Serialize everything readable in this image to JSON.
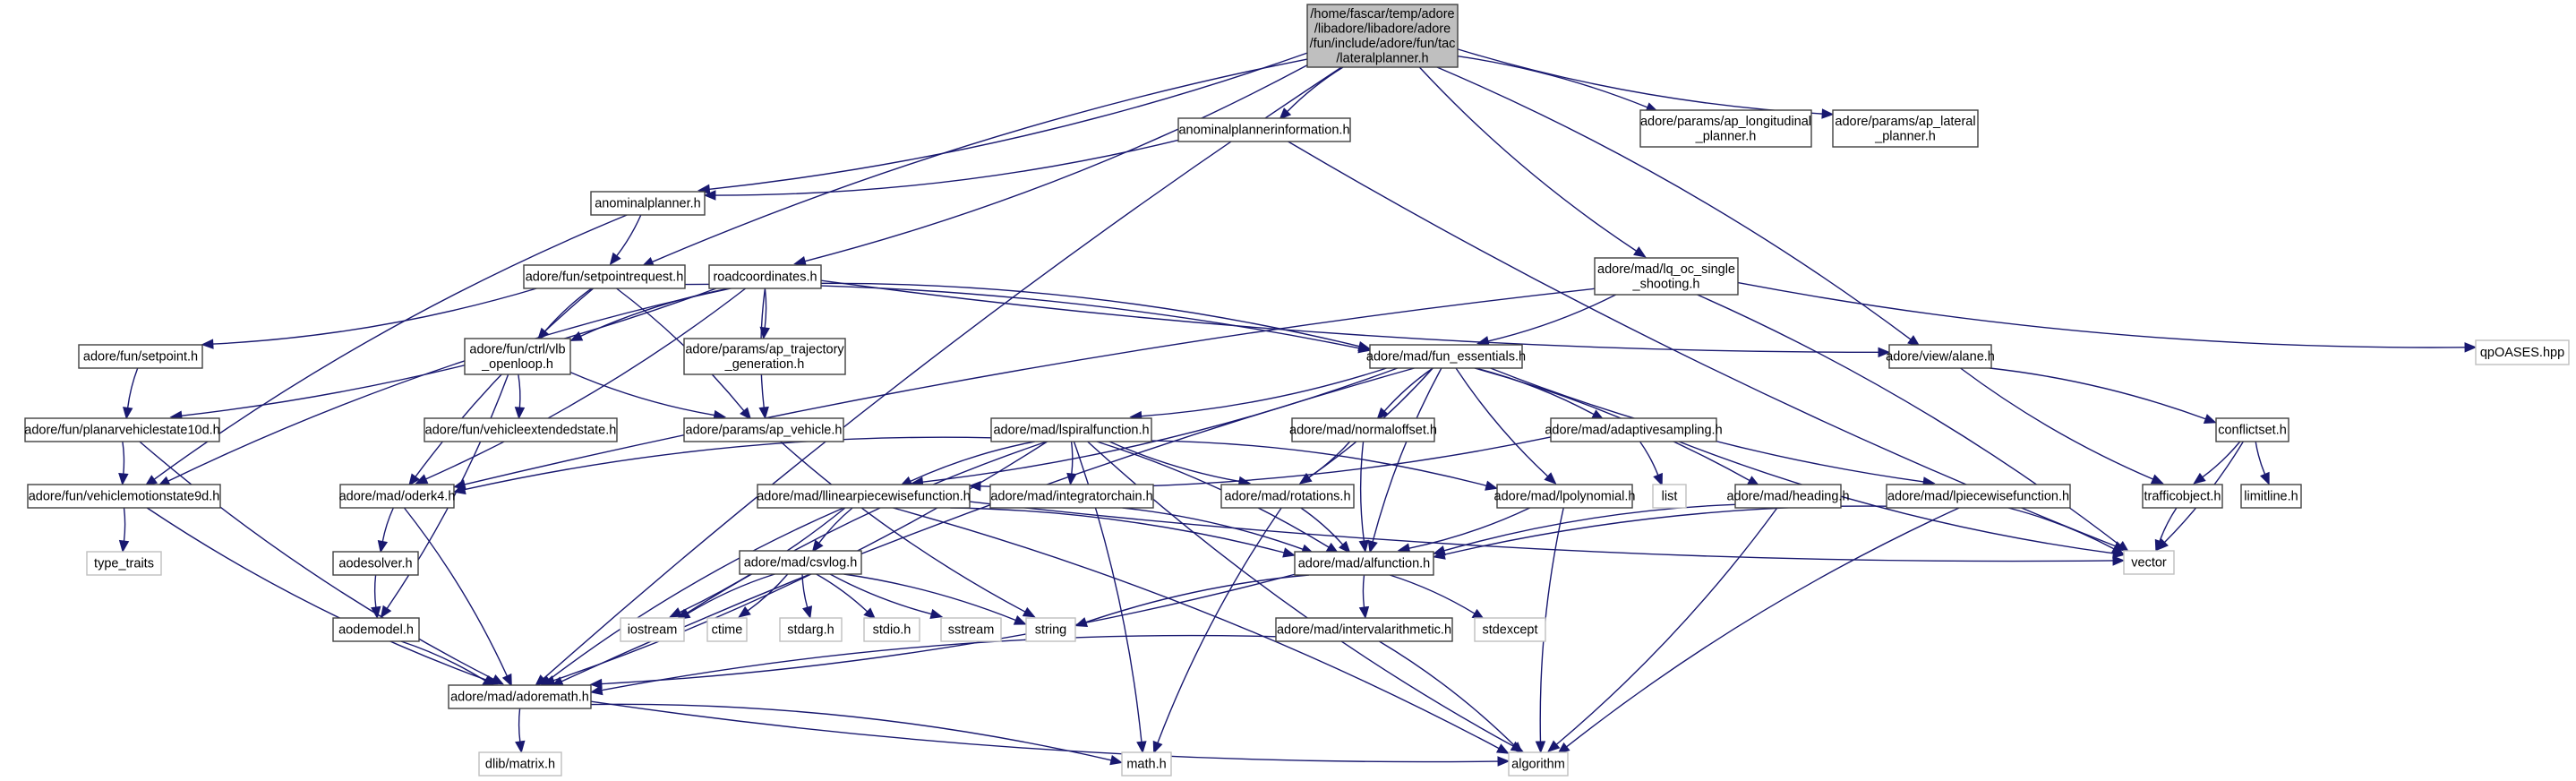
{
  "title": "Include dependency graph for lateralplanner.h",
  "colors": {
    "edge": "#191970",
    "root_fill": "#bfbfbf",
    "project_border": "#404040",
    "external_border": "#bfbfbf"
  },
  "nodes": [
    {
      "id": "root",
      "kind": "root",
      "lines": [
        "/home/fascar/temp/adore",
        "/libadore/libadore/adore",
        "/fun/include/adore/fun/tac",
        "/lateralplanner.h"
      ]
    },
    {
      "id": "anominalplannerinformation",
      "kind": "project",
      "lines": [
        "anominalplannerinformation.h"
      ]
    },
    {
      "id": "ap_longitudinal",
      "kind": "project",
      "lines": [
        "adore/params/ap_longitudinal",
        "_planner.h"
      ]
    },
    {
      "id": "ap_lateral",
      "kind": "project",
      "lines": [
        "adore/params/ap_lateral",
        "_planner.h"
      ]
    },
    {
      "id": "anominalplanner",
      "kind": "project",
      "lines": [
        "anominalplanner.h"
      ]
    },
    {
      "id": "setpointrequest",
      "kind": "project",
      "lines": [
        "adore/fun/setpointrequest.h"
      ]
    },
    {
      "id": "roadcoordinates",
      "kind": "project",
      "lines": [
        "roadcoordinates.h"
      ]
    },
    {
      "id": "lq_oc",
      "kind": "project",
      "lines": [
        "adore/mad/lq_oc_single",
        "_shooting.h"
      ]
    },
    {
      "id": "qpoases",
      "kind": "external",
      "lines": [
        "qpOASES.hpp"
      ]
    },
    {
      "id": "setpoint",
      "kind": "project",
      "lines": [
        "adore/fun/setpoint.h"
      ]
    },
    {
      "id": "vlb_openloop",
      "kind": "project",
      "lines": [
        "adore/fun/ctrl/vlb",
        "_openloop.h"
      ]
    },
    {
      "id": "ap_trajectory",
      "kind": "project",
      "lines": [
        "adore/params/ap_trajectory",
        "_generation.h"
      ]
    },
    {
      "id": "fun_essentials",
      "kind": "project",
      "lines": [
        "adore/mad/fun_essentials.h"
      ]
    },
    {
      "id": "alane",
      "kind": "project",
      "lines": [
        "adore/view/alane.h"
      ]
    },
    {
      "id": "planarvehiclestate10d",
      "kind": "project",
      "lines": [
        "adore/fun/planarvehiclestate10d.h"
      ]
    },
    {
      "id": "vehicleextendedstate",
      "kind": "project",
      "lines": [
        "adore/fun/vehicleextendedstate.h"
      ]
    },
    {
      "id": "ap_vehicle",
      "kind": "project",
      "lines": [
        "adore/params/ap_vehicle.h"
      ]
    },
    {
      "id": "lspiralfunction",
      "kind": "project",
      "lines": [
        "adore/mad/lspiralfunction.h"
      ]
    },
    {
      "id": "normaloffset",
      "kind": "project",
      "lines": [
        "adore/mad/normaloffset.h"
      ]
    },
    {
      "id": "adaptivesampling",
      "kind": "project",
      "lines": [
        "adore/mad/adaptivesampling.h"
      ]
    },
    {
      "id": "conflictset",
      "kind": "project",
      "lines": [
        "conflictset.h"
      ]
    },
    {
      "id": "vehiclemotionstate9d",
      "kind": "project",
      "lines": [
        "adore/fun/vehiclemotionstate9d.h"
      ]
    },
    {
      "id": "oderk4",
      "kind": "project",
      "lines": [
        "adore/mad/oderk4.h"
      ]
    },
    {
      "id": "llinearpiecewisefunction",
      "kind": "project",
      "lines": [
        "adore/mad/llinearpiecewisefunction.h"
      ]
    },
    {
      "id": "integratorchain",
      "kind": "project",
      "lines": [
        "adore/mad/integratorchain.h"
      ]
    },
    {
      "id": "rotations",
      "kind": "project",
      "lines": [
        "adore/mad/rotations.h"
      ]
    },
    {
      "id": "lpolynomial",
      "kind": "project",
      "lines": [
        "adore/mad/lpolynomial.h"
      ]
    },
    {
      "id": "list",
      "kind": "external",
      "lines": [
        "list"
      ]
    },
    {
      "id": "heading",
      "kind": "project",
      "lines": [
        "adore/mad/heading.h"
      ]
    },
    {
      "id": "lpiecewisefunction",
      "kind": "project",
      "lines": [
        "adore/mad/lpiecewisefunction.h"
      ]
    },
    {
      "id": "trafficobject",
      "kind": "project",
      "lines": [
        "trafficobject.h"
      ]
    },
    {
      "id": "limitline",
      "kind": "project",
      "lines": [
        "limitline.h"
      ]
    },
    {
      "id": "type_traits",
      "kind": "external",
      "lines": [
        "type_traits"
      ]
    },
    {
      "id": "aodesolver",
      "kind": "project",
      "lines": [
        "aodesolver.h"
      ]
    },
    {
      "id": "csvlog",
      "kind": "project",
      "lines": [
        "adore/mad/csvlog.h"
      ]
    },
    {
      "id": "alfunction",
      "kind": "project",
      "lines": [
        "adore/mad/alfunction.h"
      ]
    },
    {
      "id": "vector",
      "kind": "external",
      "lines": [
        "vector"
      ]
    },
    {
      "id": "aodemodel",
      "kind": "project",
      "lines": [
        "aodemodel.h"
      ]
    },
    {
      "id": "iostream",
      "kind": "external",
      "lines": [
        "iostream"
      ]
    },
    {
      "id": "ctime",
      "kind": "external",
      "lines": [
        "ctime"
      ]
    },
    {
      "id": "stdarg",
      "kind": "external",
      "lines": [
        "stdarg.h"
      ]
    },
    {
      "id": "stdio",
      "kind": "external",
      "lines": [
        "stdio.h"
      ]
    },
    {
      "id": "sstream",
      "kind": "external",
      "lines": [
        "sstream"
      ]
    },
    {
      "id": "string",
      "kind": "external",
      "lines": [
        "string"
      ]
    },
    {
      "id": "intervalarithmetic",
      "kind": "project",
      "lines": [
        "adore/mad/intervalarithmetic.h"
      ]
    },
    {
      "id": "stdexcept",
      "kind": "external",
      "lines": [
        "stdexcept"
      ]
    },
    {
      "id": "adoremath",
      "kind": "project",
      "lines": [
        "adore/mad/adoremath.h"
      ]
    },
    {
      "id": "dlib_matrix",
      "kind": "external",
      "lines": [
        "dlib/matrix.h"
      ]
    },
    {
      "id": "math_h",
      "kind": "external",
      "lines": [
        "math.h"
      ]
    },
    {
      "id": "algorithm",
      "kind": "external",
      "lines": [
        "algorithm"
      ]
    }
  ],
  "edges": [
    [
      "root",
      "anominalplannerinformation"
    ],
    [
      "root",
      "ap_longitudinal"
    ],
    [
      "root",
      "ap_lateral"
    ],
    [
      "root",
      "anominalplanner"
    ],
    [
      "root",
      "setpointrequest"
    ],
    [
      "root",
      "roadcoordinates"
    ],
    [
      "root",
      "lq_oc"
    ],
    [
      "root",
      "alane"
    ],
    [
      "root",
      "adoremath"
    ],
    [
      "anominalplannerinformation",
      "anominalplanner"
    ],
    [
      "anominalplannerinformation",
      "vector"
    ],
    [
      "anominalplanner",
      "setpointrequest"
    ],
    [
      "anominalplanner",
      "vehiclemotionstate9d"
    ],
    [
      "setpointrequest",
      "setpoint"
    ],
    [
      "setpointrequest",
      "vlb_openloop"
    ],
    [
      "setpointrequest",
      "ap_vehicle"
    ],
    [
      "setpointrequest",
      "oderk4"
    ],
    [
      "setpointrequest",
      "fun_essentials"
    ],
    [
      "roadcoordinates",
      "vlb_openloop"
    ],
    [
      "roadcoordinates",
      "ap_trajectory"
    ],
    [
      "roadcoordinates",
      "ap_vehicle"
    ],
    [
      "roadcoordinates",
      "fun_essentials"
    ],
    [
      "roadcoordinates",
      "alane"
    ],
    [
      "roadcoordinates",
      "planarvehiclestate10d"
    ],
    [
      "roadcoordinates",
      "vehiclemotionstate9d"
    ],
    [
      "roadcoordinates",
      "oderk4"
    ],
    [
      "lq_oc",
      "qpoases"
    ],
    [
      "lq_oc",
      "fun_essentials"
    ],
    [
      "lq_oc",
      "oderk4"
    ],
    [
      "lq_oc",
      "vector"
    ],
    [
      "setpoint",
      "planarvehiclestate10d"
    ],
    [
      "planarvehiclestate10d",
      "vehiclemotionstate9d"
    ],
    [
      "planarvehiclestate10d",
      "adoremath"
    ],
    [
      "vehiclemotionstate9d",
      "type_traits"
    ],
    [
      "vehiclemotionstate9d",
      "adoremath"
    ],
    [
      "vlb_openloop",
      "vehicleextendedstate"
    ],
    [
      "vlb_openloop",
      "ap_vehicle"
    ],
    [
      "vlb_openloop",
      "aodemodel"
    ],
    [
      "ap_vehicle",
      "string"
    ],
    [
      "fun_essentials",
      "lspiralfunction"
    ],
    [
      "fun_essentials",
      "normaloffset"
    ],
    [
      "fun_essentials",
      "adaptivesampling"
    ],
    [
      "fun_essentials",
      "lpolynomial"
    ],
    [
      "fun_essentials",
      "heading"
    ],
    [
      "fun_essentials",
      "lpiecewisefunction"
    ],
    [
      "fun_essentials",
      "rotations"
    ],
    [
      "fun_essentials",
      "alfunction"
    ],
    [
      "fun_essentials",
      "llinearpiecewisefunction"
    ],
    [
      "fun_essentials",
      "adoremath"
    ],
    [
      "alane",
      "conflictset"
    ],
    [
      "alane",
      "trafficobject"
    ],
    [
      "conflictset",
      "trafficobject"
    ],
    [
      "conflictset",
      "limitline"
    ],
    [
      "conflictset",
      "vector"
    ],
    [
      "trafficobject",
      "vector"
    ],
    [
      "lspiralfunction",
      "integratorchain"
    ],
    [
      "lspiralfunction",
      "rotations"
    ],
    [
      "lspiralfunction",
      "lpolynomial"
    ],
    [
      "lspiralfunction",
      "llinearpiecewisefunction"
    ],
    [
      "lspiralfunction",
      "alfunction"
    ],
    [
      "lspiralfunction",
      "oderk4"
    ],
    [
      "lspiralfunction",
      "adoremath"
    ],
    [
      "lspiralfunction",
      "iostream"
    ],
    [
      "lspiralfunction",
      "math_h"
    ],
    [
      "lspiralfunction",
      "algorithm"
    ],
    [
      "normaloffset",
      "rotations"
    ],
    [
      "normaloffset",
      "alfunction"
    ],
    [
      "adaptivesampling",
      "list"
    ],
    [
      "adaptivesampling",
      "vector"
    ],
    [
      "adaptivesampling",
      "llinearpiecewisefunction"
    ],
    [
      "heading",
      "alfunction"
    ],
    [
      "heading",
      "algorithm"
    ],
    [
      "lpiecewisefunction",
      "alfunction"
    ],
    [
      "lpiecewisefunction",
      "vector"
    ],
    [
      "lpiecewisefunction",
      "algorithm"
    ],
    [
      "lpolynomial",
      "alfunction"
    ],
    [
      "lpolynomial",
      "algorithm"
    ],
    [
      "rotations",
      "alfunction"
    ],
    [
      "rotations",
      "math_h"
    ],
    [
      "integratorchain",
      "alfunction"
    ],
    [
      "llinearpiecewisefunction",
      "csvlog"
    ],
    [
      "llinearpiecewisefunction",
      "alfunction"
    ],
    [
      "llinearpiecewisefunction",
      "vector"
    ],
    [
      "llinearpiecewisefunction",
      "iostream"
    ],
    [
      "llinearpiecewisefunction",
      "adoremath"
    ],
    [
      "llinearpiecewisefunction",
      "algorithm"
    ],
    [
      "csvlog",
      "iostream"
    ],
    [
      "csvlog",
      "ctime"
    ],
    [
      "csvlog",
      "stdarg"
    ],
    [
      "csvlog",
      "stdio"
    ],
    [
      "csvlog",
      "sstream"
    ],
    [
      "csvlog",
      "string"
    ],
    [
      "oderk4",
      "aodesolver"
    ],
    [
      "oderk4",
      "adoremath"
    ],
    [
      "aodesolver",
      "aodemodel"
    ],
    [
      "aodemodel",
      "adoremath"
    ],
    [
      "alfunction",
      "intervalarithmetic"
    ],
    [
      "alfunction",
      "stdexcept"
    ],
    [
      "alfunction",
      "string"
    ],
    [
      "alfunction",
      "adoremath"
    ],
    [
      "intervalarithmetic",
      "adoremath"
    ],
    [
      "intervalarithmetic",
      "algorithm"
    ],
    [
      "adoremath",
      "dlib_matrix"
    ],
    [
      "adoremath",
      "math_h"
    ],
    [
      "adoremath",
      "algorithm"
    ]
  ]
}
